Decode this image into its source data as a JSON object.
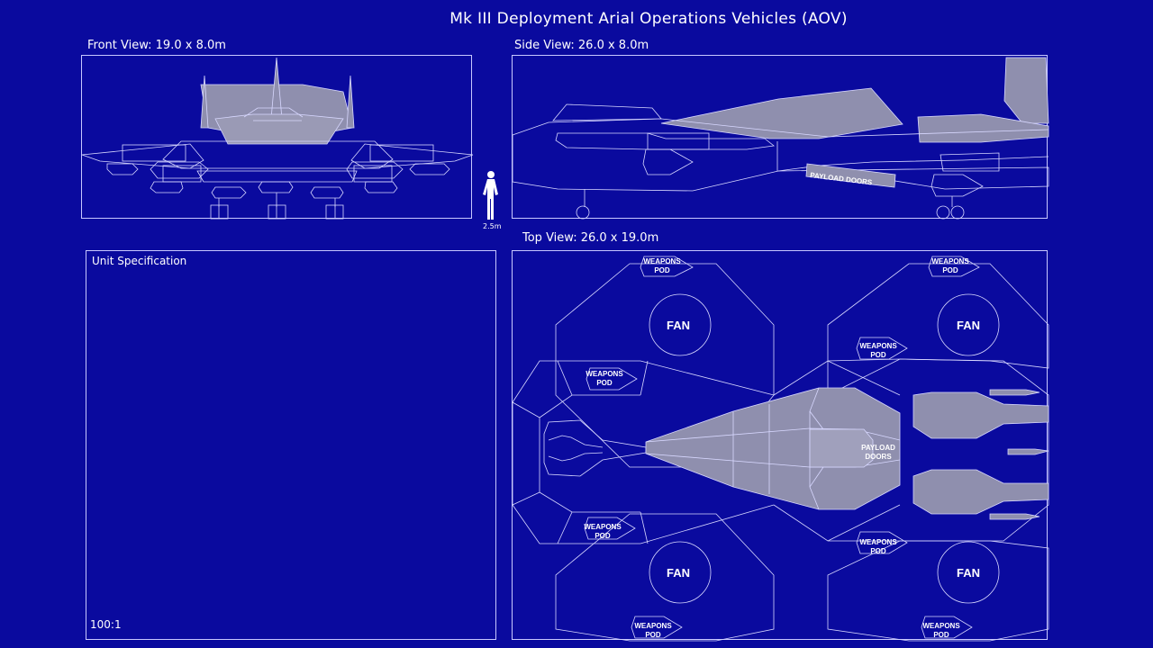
{
  "title": "Mk III Deployment Arial Operations Vehicles (AOV)",
  "front_view": {
    "label": "Front View: 19.0 x 8.0m"
  },
  "side_view": {
    "label": "Side View: 26.0 x 8.0m",
    "payload_label": "PAYLOAD DOORS"
  },
  "top_view": {
    "label": "Top View: 26.0 x 19.0m",
    "fan_label": "FAN",
    "weapons_pod_line1": "WEAPONS",
    "weapons_pod_line2": "POD",
    "payload_line1": "PAYLOAD",
    "payload_line2": "DOORS"
  },
  "human_scale": {
    "label": "2.5m"
  },
  "spec": {
    "title": "Unit Specification",
    "scale": "100:1"
  },
  "colors": {
    "background": "#0a0a9e",
    "line": "#d8d8ff",
    "fill": "#8f8fae"
  }
}
